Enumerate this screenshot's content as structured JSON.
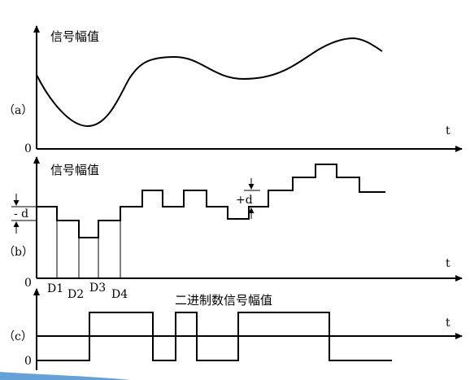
{
  "panel_a": {
    "label": "（a）",
    "ylabel": "信号幅值",
    "t_label": "t",
    "origin_label": "0"
  },
  "panel_b": {
    "label": "（b）",
    "ylabel": "信号幅值",
    "t_label": "t",
    "origin_label": "0",
    "minus_d": "- d",
    "plus_d": "+d",
    "sample_labels": [
      "D1",
      "D2",
      "D3",
      "D4"
    ]
  },
  "panel_c": {
    "label": "（c）",
    "title": "二进制数信号幅值",
    "t_label": "t",
    "origin_label": "0"
  },
  "colors": {
    "line": "#000000",
    "accent_corner": "#4a8fd0"
  }
}
